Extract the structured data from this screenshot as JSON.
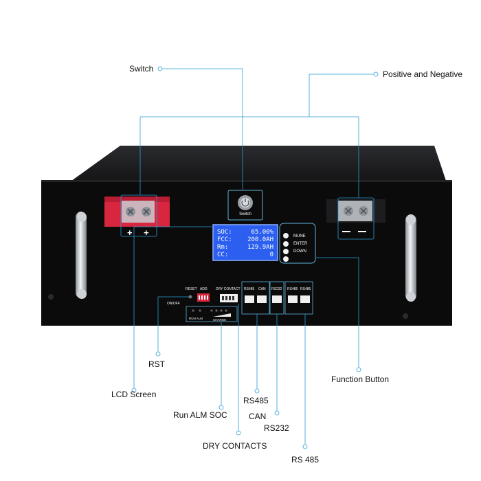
{
  "callouts": {
    "switch": "Switch",
    "positive_negative": "Positive and Negative",
    "function_button": "Function Button",
    "rst": "RST",
    "lcd_screen": "LCD Screen",
    "run_alm_soc": "Run ALM SOC",
    "rs485_a": "RS485",
    "can": "CAN",
    "rs232": "RS232",
    "dry_contacts": "DRY CONTACTS",
    "rs485_b": "RS 485"
  },
  "device": {
    "switch_label": "Switch",
    "lcd": {
      "row1_label": "SOC:",
      "row1_value": "65.00%",
      "row2_label": "FCC:",
      "row2_value": "200.0AH",
      "row3_label": "Rm:",
      "row3_value": "129.9AH",
      "row4_label": "CC:",
      "row4_value": "0"
    },
    "buttons": [
      "MUNE",
      "ENTER",
      "DOWN"
    ],
    "panel_labels": {
      "reset": "RESET",
      "add": "ADD",
      "onoff": "ON/OFF",
      "dry_contact": "DRY CONTACT",
      "rs485": "RS485",
      "can": "CAN",
      "rs232": "RS232",
      "rs485_2": "RS485",
      "rs485_3": "RS485",
      "run_alm": "RUN ALM",
      "charge": "CHARGE"
    }
  },
  "colors": {
    "callout_line": "#2a9fd6",
    "chassis": "#0b0b0c",
    "positive_terminal": "#d9263f",
    "lcd": "#2c5ff0"
  }
}
